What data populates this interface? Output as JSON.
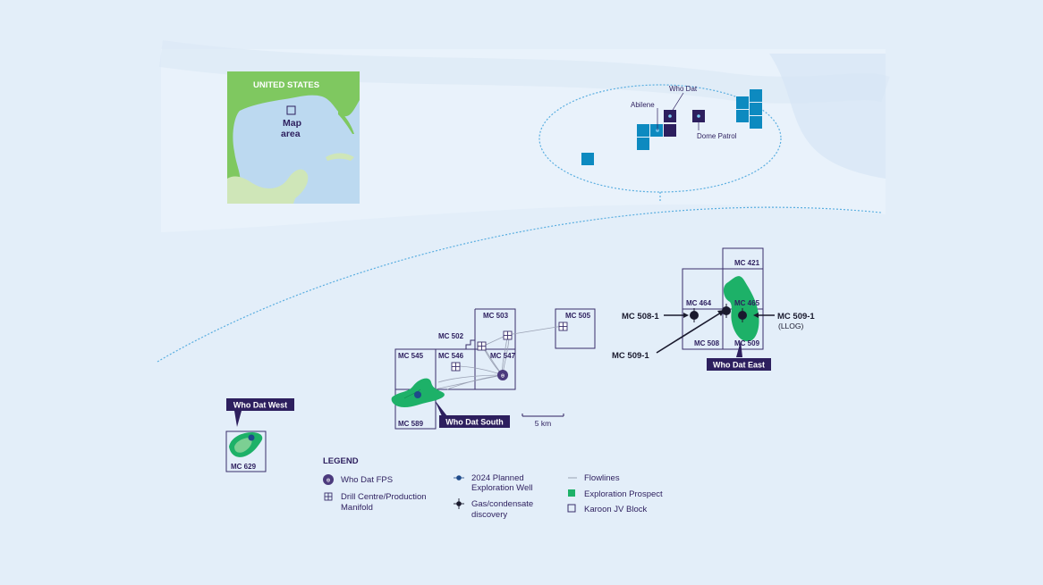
{
  "colors": {
    "background": "#e3eef9",
    "sea_band": "#e9f2fb",
    "block_outline": "#3a2f6b",
    "navy_label": "#2d1f5e",
    "prospect_green": "#1db168",
    "prospect_light": "#7ccf93",
    "land_green": "#7fc860",
    "inset_sea": "#bcd9f0",
    "teal_block": "#0d8ac0",
    "dark_block": "#2d1f5e"
  },
  "inset": {
    "country": "UNITED STATES",
    "area_line1": "Map",
    "area_line2": "area"
  },
  "overview": {
    "labels": [
      "Abilene",
      "Who Dat",
      "Dome Patrol"
    ]
  },
  "blocks": [
    {
      "code": "MC 421"
    },
    {
      "code": "MC 464"
    },
    {
      "code": "MC 465"
    },
    {
      "code": "MC 508"
    },
    {
      "code": "MC 509"
    },
    {
      "code": "MC 503"
    },
    {
      "code": "MC 505"
    },
    {
      "code": "MC 502"
    },
    {
      "code": "MC 545"
    },
    {
      "code": "MC 546"
    },
    {
      "code": "MC 547"
    },
    {
      "code": "MC 589"
    },
    {
      "code": "MC 629"
    }
  ],
  "prospects": {
    "east": "Who Dat East",
    "south": "Who Dat South",
    "west": "Who Dat West"
  },
  "wells": {
    "mc508": "MC 508-1",
    "mc509_llog": "MC 509-1",
    "llog_note": "(LLOG)",
    "mc509": "MC 509-1"
  },
  "scale_bar": "5 km",
  "legend": {
    "title": "LEGEND",
    "fps": "Who Dat FPS",
    "drill_line1": "Drill Centre/Production",
    "drill_line2": "Manifold",
    "planned_line1": "2024 Planned",
    "planned_line2": "Exploration Well",
    "gas_line1": "Gas/condensate",
    "gas_line2": "discovery",
    "flowlines": "Flowlines",
    "prospect": "Exploration Prospect",
    "jv_block": "Karoon JV Block"
  }
}
